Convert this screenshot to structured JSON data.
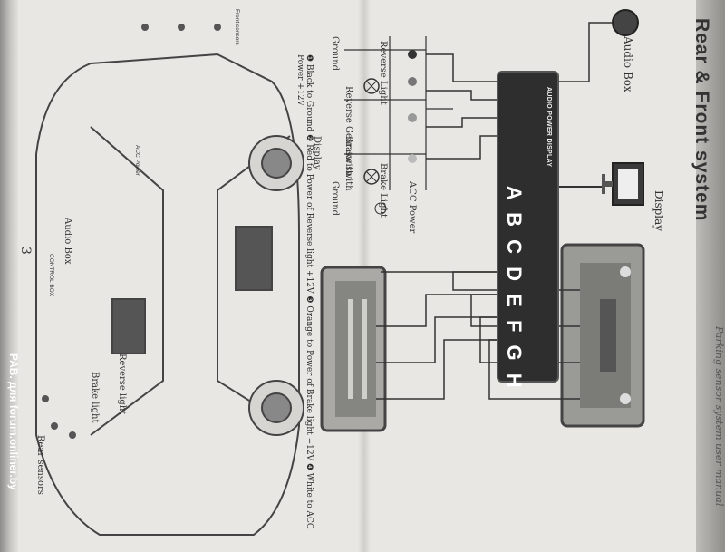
{
  "header": {
    "subtitle": "Parking sensor system user manual",
    "title": "Rear & Front system"
  },
  "diagram_labels": {
    "display_top": "Display",
    "audio_box_top": "Audio Box",
    "acc_power": "ACC Power",
    "reverse_light": "Reverse Light",
    "brake_light": "Brake Light",
    "ground_left": "Ground",
    "ground_right": "Ground",
    "reverse_gear_switch": "Reverse Gear swith",
    "brake_switch": "Brake swith",
    "control_ports": "AUDIO POWER DISPLAY",
    "port_letters": "A B C D E F G H",
    "wire_numbers": [
      "1",
      "2",
      "3",
      "4"
    ]
  },
  "footer_note": "❶ Black to Ground ❷ Red to Power of Reverse light +12V ❸ Orange to Power of Brake light +12V ❹ White to ACC Power +12V",
  "car_labels": {
    "front_sensors": "Front sensors",
    "display": "Display",
    "audio_box": "Audio Box",
    "control_box": "CONTROL BOX",
    "rear_sensors": "Rear sensors",
    "brake_light": "Brake light",
    "reverse_light": "Reverse light",
    "acc_power": "ACC Power"
  },
  "page_number": "3",
  "watermark": "PAB. для forum.onliner.by"
}
